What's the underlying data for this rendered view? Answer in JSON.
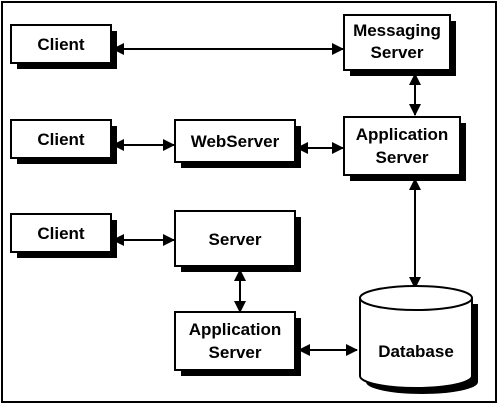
{
  "diagram": {
    "nodes": {
      "client_1": {
        "lines": [
          "Client"
        ]
      },
      "messaging_server": {
        "lines": [
          "Messaging",
          "Server"
        ]
      },
      "client_2": {
        "lines": [
          "Client"
        ]
      },
      "web_server": {
        "lines": [
          "WebServer"
        ]
      },
      "app_server_1": {
        "lines": [
          "Application",
          "Server"
        ]
      },
      "client_3": {
        "lines": [
          "Client"
        ]
      },
      "server": {
        "lines": [
          "Server"
        ]
      },
      "app_server_2": {
        "lines": [
          "Application",
          "Server"
        ]
      },
      "database": {
        "lines": [
          "Database"
        ]
      }
    },
    "edges": [
      {
        "from": "client_1",
        "to": "messaging_server",
        "bidirectional": true
      },
      {
        "from": "messaging_server",
        "to": "app_server_1",
        "bidirectional": true
      },
      {
        "from": "client_2",
        "to": "web_server",
        "bidirectional": true
      },
      {
        "from": "web_server",
        "to": "app_server_1",
        "bidirectional": true
      },
      {
        "from": "app_server_1",
        "to": "database",
        "bidirectional": true
      },
      {
        "from": "client_3",
        "to": "server",
        "bidirectional": true
      },
      {
        "from": "server",
        "to": "app_server_2",
        "bidirectional": true
      },
      {
        "from": "app_server_2",
        "to": "database",
        "bidirectional": true
      }
    ]
  }
}
